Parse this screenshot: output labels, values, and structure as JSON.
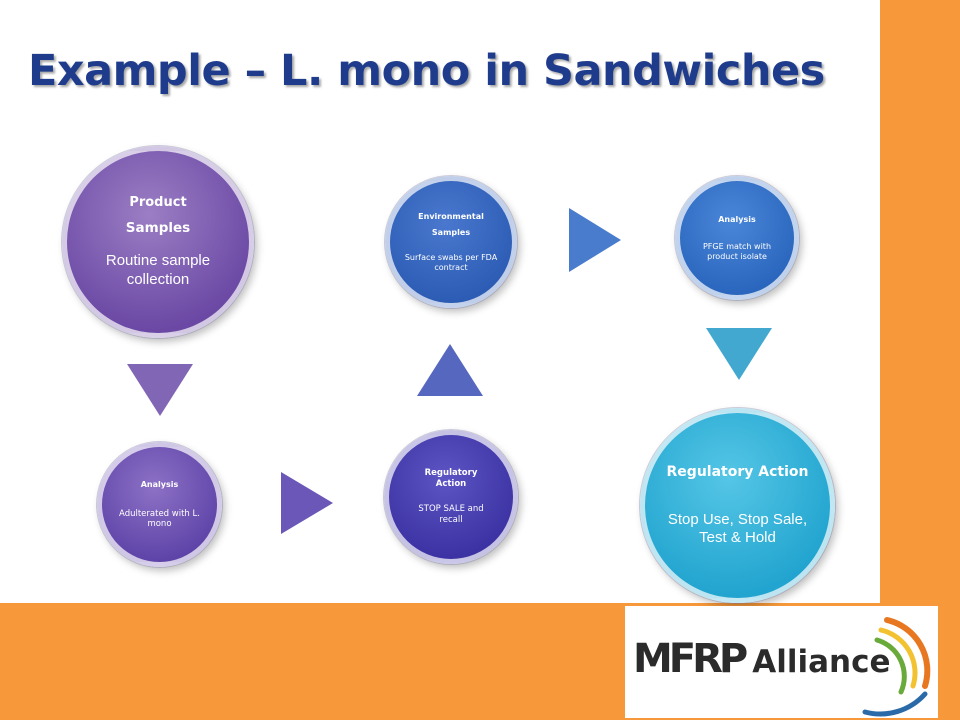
{
  "slide": {
    "title": "Example – L. mono in Sandwiches"
  },
  "nodes": {
    "product_samples": {
      "title_line1": "Product",
      "title_line2": "Samples",
      "body": "Routine sample collection",
      "color": "#7d5db8"
    },
    "analysis_1": {
      "title": "Analysis",
      "body": "Adulterated with L. mono",
      "color": "#7158b8"
    },
    "regulatory_action_1": {
      "title": "Regulatory Action",
      "body": "STOP SALE and recall",
      "color": "#4a40b4"
    },
    "environmental_samples": {
      "title_line1": "Environmental",
      "title_line2": "Samples",
      "body": "Surface swabs per FDA contract",
      "color": "#3b6cc4"
    },
    "analysis_2": {
      "title": "Analysis",
      "body": "PFGE match with product isolate",
      "color": "#3a78cc"
    },
    "regulatory_action_2": {
      "title": "Regulatory Action",
      "body": "Stop Use, Stop Sale, Test & Hold",
      "color": "#30b4dc"
    }
  },
  "logo": {
    "prefix": "MFRP",
    "suffix": "Alliance",
    "text_color": "#2b2b2b",
    "arc_colors": [
      "#e87722",
      "#f2c230",
      "#6aaa3a",
      "#2b6aa8"
    ]
  },
  "theme": {
    "title_color": "#1f3c8c",
    "accent_orange": "#f7993a"
  }
}
